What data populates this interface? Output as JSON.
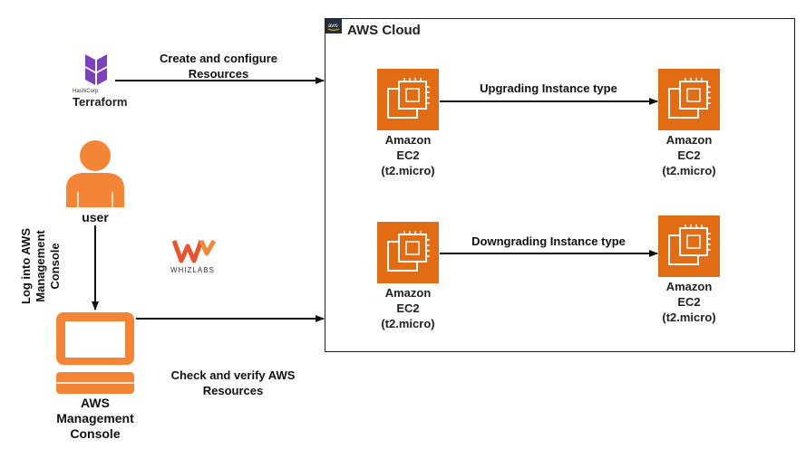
{
  "cloud": {
    "title": "AWS Cloud",
    "badge": "aws"
  },
  "terraform": {
    "vendor": "HashiCorp",
    "name": "Terraform"
  },
  "arrows": {
    "terraform_to_cloud": "Create and configure\nResources",
    "upgrade": "Upgrading Instance type",
    "downgrade": "Downgrading Instance type",
    "user_to_console": "Log into AWS\nManagement\nConsole",
    "console_to_cloud": "Check and verify AWS\nResources"
  },
  "user": {
    "label": "user"
  },
  "console": {
    "label": "AWS\nManagement\nConsole"
  },
  "whizlabs": {
    "label": "WHIZLABS"
  },
  "ec2": [
    {
      "label": "Amazon\nEC2\n(t2.micro)"
    },
    {
      "label": "Amazon\nEC2\n(t2.micro)"
    },
    {
      "label": "Amazon\nEC2\n(t2.micro)"
    },
    {
      "label": "Amazon\nEC2\n(t2.micro)"
    }
  ],
  "colors": {
    "ec2": "#E16C13",
    "user": "#F58536",
    "terraform": "#7B42BC",
    "whizlabs": "#E8542F",
    "cloud_badge": "#232F3E"
  },
  "icons": [
    "terraform-logo",
    "user-icon",
    "management-console-icon",
    "ec2-chip-icon",
    "whizlabs-logo"
  ]
}
